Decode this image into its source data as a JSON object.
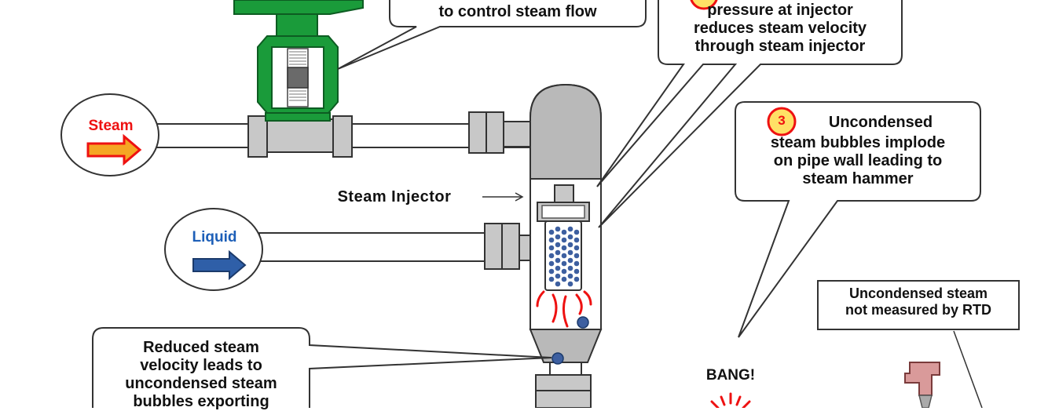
{
  "labels": {
    "steam": "Steam",
    "liquid": "Liquid",
    "steam_injector": "Steam Injector",
    "bang": "BANG!"
  },
  "callouts": {
    "valve": {
      "line1": "to control steam flow"
    },
    "pressure": {
      "line1": "pressure at injector",
      "line2": "reduces steam velocity",
      "line3": "through steam injector"
    },
    "uncondensed_implode": {
      "number": "3",
      "line1": "Uncondensed",
      "line2": "steam bubbles implode",
      "line3": "on pipe wall leading to",
      "line4": "steam hammer"
    },
    "rtd": {
      "line1": "Uncondensed steam",
      "line2": "not measured by RTD"
    },
    "reduced_velocity": {
      "line1": "Reduced steam",
      "line2": "velocity leads to",
      "line3": "uncondensed steam",
      "line4": "bubbles exporting"
    }
  },
  "colors": {
    "valve_green": "#1a9b3a",
    "steam_red": "#ee1111",
    "steam_arrow_fill": "#f5a623",
    "liquid_blue": "#1d5fb8",
    "liquid_arrow_fill": "#2f5fa8",
    "pipe_gray": "#c8c8c8",
    "dome_gray": "#b9b9b9",
    "bubble_blue": "#3d5fa0",
    "number_circle": "#ffe066"
  }
}
